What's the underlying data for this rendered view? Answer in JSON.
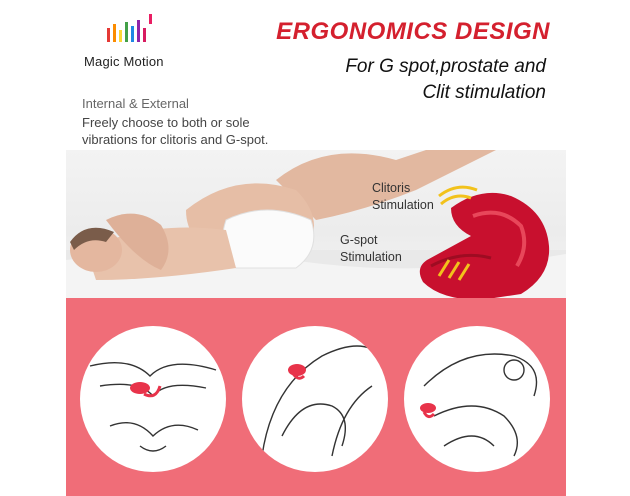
{
  "brand": {
    "name": "Magic Motion"
  },
  "heading": {
    "title": "ERGONOMICS DESIGN",
    "line1": "For G spot,prostate and",
    "line2": "Clit stimulation"
  },
  "description": {
    "title": "Internal & External",
    "body": "Freely choose to both or sole vibrations for clitoris and G-spot."
  },
  "labels": {
    "clitoris_line1": "Clitoris",
    "clitoris_line2": "Stimulation",
    "gspot_line1": "G-spot",
    "gspot_line2": "Stimulation"
  },
  "colors": {
    "accent": "#d4202e",
    "panel_pink": "#f06d78",
    "device_red": "#c8102e",
    "vibration_yellow": "#f2c21b"
  },
  "logo_bar_colors": [
    "#e53935",
    "#fb8c00",
    "#fdd835",
    "#43a047",
    "#1e88e5",
    "#8e24aa",
    "#d81b60",
    "#e91e63"
  ],
  "illustrations": [
    "external-use-illustration",
    "internal-use-illustration",
    "couple-use-illustration"
  ]
}
